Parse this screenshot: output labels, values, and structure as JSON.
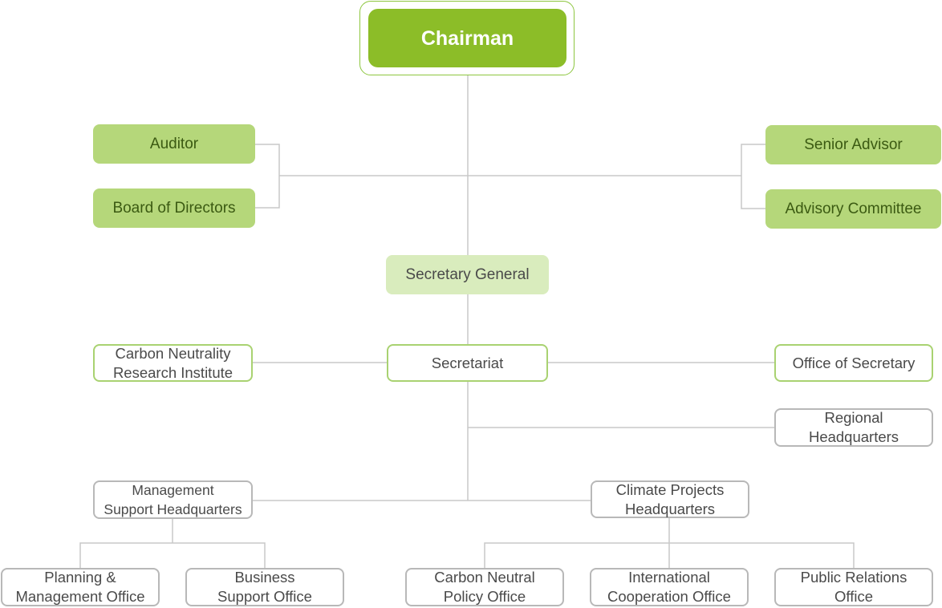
{
  "chairman": "Chairman",
  "auditor": "Auditor",
  "board": "Board of Directors",
  "senior_advisor": "Senior Advisor",
  "advisory_committee": "Advisory Committee",
  "secretary_general": "Secretary General",
  "secretariat": "Secretariat",
  "research_institute": [
    "Carbon Neutrality",
    "Research Institute"
  ],
  "office_of_secretary": "Office of Secretary",
  "regional_hq": [
    "Regional",
    "Headquarters"
  ],
  "management_hq": [
    "Management",
    "Support Headquarters"
  ],
  "climate_hq": [
    "Climate Projects",
    "Headquarters"
  ],
  "planning_office": [
    "Planning &",
    "Management Office"
  ],
  "business_office": [
    "Business",
    "Support Office"
  ],
  "carbon_policy_office": [
    "Carbon Neutral",
    "Policy Office"
  ],
  "intl_office": [
    "International",
    "Cooperation Office"
  ],
  "pr_office": [
    "Public Relations",
    "Office"
  ],
  "colors": {
    "primary_green": "#8cbd28",
    "light_green": "#b5d77a",
    "pale_green": "#d9ecbd",
    "line_gray": "#c8c8c8"
  }
}
